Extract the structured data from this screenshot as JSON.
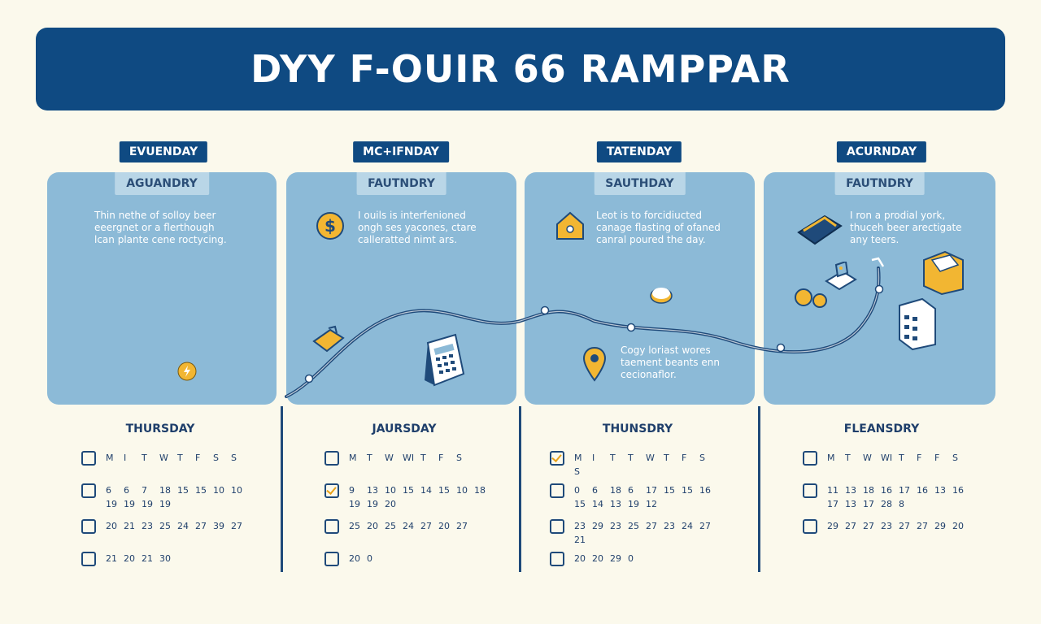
{
  "title": "DYY F-OUIR 66 RAMPPAR",
  "day_tabs": [
    "EVUENDAY",
    "MC+IFNDAY",
    "TATENDAY",
    "ACURNDAY"
  ],
  "panels": [
    {
      "label": "AGUANDRY",
      "text": "Thin nethe of solloy beer\neeergnet or a flerthough\nlcan plante cene roctycing.",
      "text2": ""
    },
    {
      "label": "FAUTNDRY",
      "text": "I ouils is interfenioned\nongh ses yacones, ctare\ncalleratted nimt ars.",
      "text2": ""
    },
    {
      "label": "SAUTHDAY",
      "text": "Leot is to forcidiucted\ncanage flasting of ofaned\ncanral poured the day.",
      "text2": "Cogy loriast wores\ntaement beants enn\ncecionaflor."
    },
    {
      "label": "FAUTNDRY",
      "text": "I ron a prodial york,\nthuceh beer arectigate\nany teers.",
      "text2": ""
    }
  ],
  "calendars": [
    {
      "title": "THURSDAY",
      "rows": [
        {
          "checked": false,
          "cells": [
            "M",
            "I",
            "T",
            "W",
            "T",
            "F",
            "S",
            "S"
          ]
        },
        {
          "checked": false,
          "cells": [
            "6",
            "6",
            "7",
            "18",
            "15",
            "15",
            "10",
            "10",
            "19",
            "19",
            "19",
            "19"
          ]
        },
        {
          "checked": false,
          "cells": [
            "20",
            "21",
            "23",
            "25",
            "24",
            "27",
            "39",
            "27"
          ]
        },
        {
          "checked": false,
          "cells": [
            "21",
            "20",
            "21",
            "30"
          ]
        }
      ]
    },
    {
      "title": "JAURSDAY",
      "rows": [
        {
          "checked": false,
          "cells": [
            "M",
            "T",
            "W",
            "WI",
            "T",
            "F",
            "S"
          ]
        },
        {
          "checked": true,
          "cells": [
            "9",
            "13",
            "10",
            "15",
            "14",
            "15",
            "10",
            "18",
            "19",
            "19",
            "20"
          ]
        },
        {
          "checked": false,
          "cells": [
            "25",
            "20",
            "25",
            "24",
            "27",
            "20",
            "27"
          ]
        },
        {
          "checked": false,
          "cells": [
            "20",
            "0"
          ]
        }
      ]
    },
    {
      "title": "THUNSDRY",
      "rows": [
        {
          "checked": true,
          "cells": [
            "M",
            "I",
            "T",
            "T",
            "W",
            "T",
            "F",
            "S",
            "S"
          ]
        },
        {
          "checked": false,
          "cells": [
            "0",
            "6",
            "18",
            "6",
            "17",
            "15",
            "15",
            "16",
            "15",
            "14",
            "13",
            "19",
            "12"
          ]
        },
        {
          "checked": false,
          "cells": [
            "23",
            "29",
            "23",
            "25",
            "27",
            "23",
            "24",
            "27",
            "21"
          ]
        },
        {
          "checked": false,
          "cells": [
            "20",
            "20",
            "29",
            "0"
          ]
        }
      ]
    },
    {
      "title": "FLEANSDRY",
      "rows": [
        {
          "checked": false,
          "cells": [
            "M",
            "T",
            "W",
            "WI",
            "T",
            "F",
            "F",
            "S"
          ]
        },
        {
          "checked": false,
          "cells": [
            "11",
            "13",
            "18",
            "16",
            "17",
            "16",
            "13",
            "16",
            "17",
            "13",
            "17",
            "28",
            "8"
          ]
        },
        {
          "checked": false,
          "cells": [
            "29",
            "27",
            "27",
            "23",
            "27",
            "27",
            "29",
            "20"
          ]
        }
      ]
    }
  ]
}
